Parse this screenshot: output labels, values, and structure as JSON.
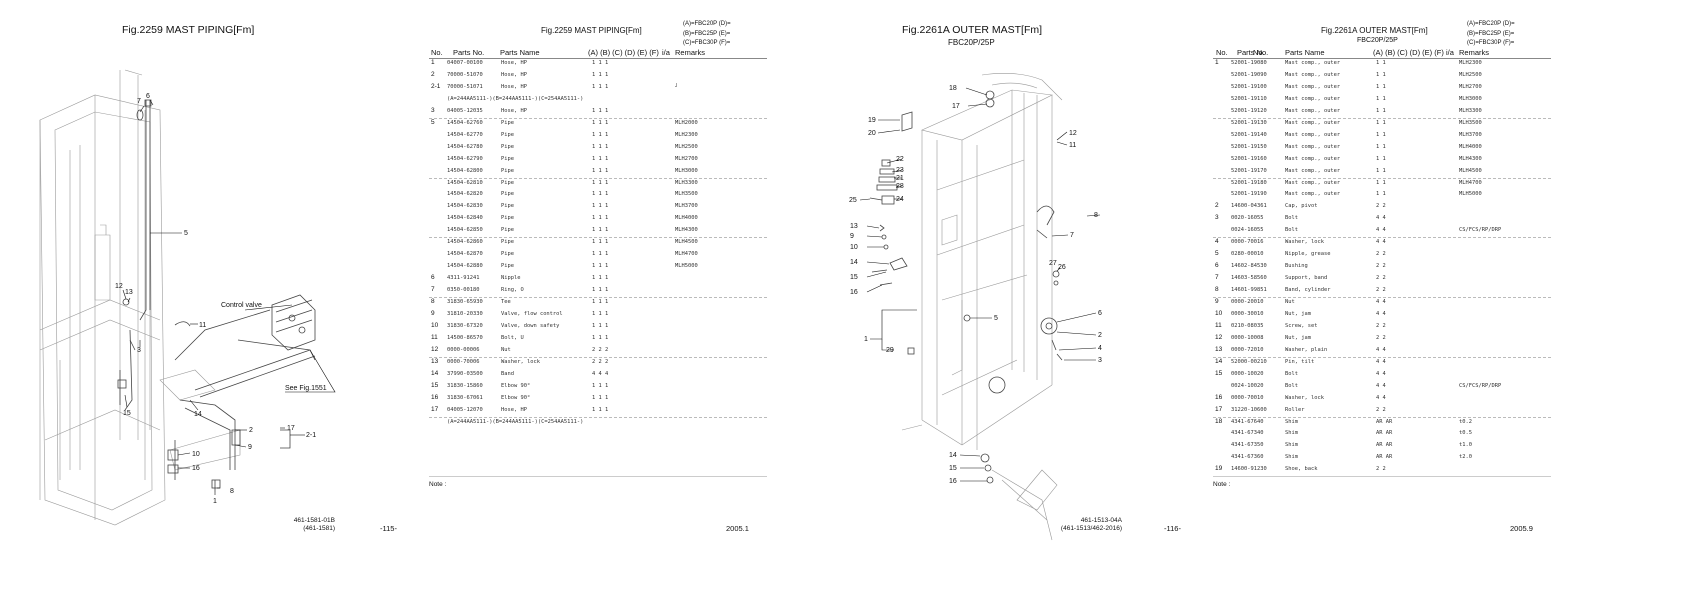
{
  "page1": {
    "title": "Fig.2259  MAST PIPING[Fm]",
    "labels": {
      "control_valve": "Control valve",
      "see_fig": "See Fig.1551"
    },
    "callouts": [
      "7",
      "6",
      "5",
      "12",
      "13",
      "11",
      "3",
      "15",
      "14",
      "2",
      "17",
      "2-1",
      "9",
      "10",
      "16",
      "8",
      "1"
    ],
    "footer_code": "461-1581-01B",
    "footer_code2": "(461-1581)",
    "page_number": "-115-"
  },
  "page2": {
    "title": "Fig.2259  MAST PIPING[Fm]",
    "legend": [
      "(A)=FBC20P  (D)=",
      "(B)=FBC25P  (E)=",
      "(C)=FBC30P  (F)="
    ],
    "headers": {
      "no": "No.",
      "parts_no": "Parts No.",
      "parts_name": "Parts Name",
      "cols": "(A) (B) (C) (D) (E) (F)",
      "ia": "i/a",
      "remarks": "Remarks"
    },
    "rows": [
      {
        "no": "1",
        "pn": "04007-00100",
        "name": "Hose, HP",
        "q": "1  1  1",
        "r": ""
      },
      {
        "no": "2",
        "pn": "70000-51070",
        "name": "Hose, HP",
        "q": "1  1  1",
        "r": ""
      },
      {
        "no": "2-1",
        "pn": "70000-51071",
        "name": "Hose, HP",
        "q": "1  1  1",
        "r": "┘"
      },
      {
        "no": "",
        "pn": "(A=244AA5111-)(B=244AA5111-)(C=254AA5111-)",
        "name": "",
        "q": "",
        "r": ""
      },
      {
        "no": "3",
        "pn": "04005-12035",
        "name": "Hose, HP",
        "q": "1  1  1",
        "r": ""
      },
      {
        "no": "5",
        "pn": "14504-62760",
        "name": "Pipe",
        "q": "1  1  1",
        "r": "MLH2000"
      },
      {
        "no": "",
        "pn": "14504-62770",
        "name": "Pipe",
        "q": "1  1  1",
        "r": "MLH2300"
      },
      {
        "no": "",
        "pn": "14504-62780",
        "name": "Pipe",
        "q": "1  1  1",
        "r": "MLH2500"
      },
      {
        "no": "",
        "pn": "14504-62790",
        "name": "Pipe",
        "q": "1  1  1",
        "r": "MLH2700"
      },
      {
        "no": "",
        "pn": "14504-62800",
        "name": "Pipe",
        "q": "1  1  1",
        "r": "MLH3000"
      },
      {
        "no": "",
        "pn": "14504-62810",
        "name": "Pipe",
        "q": "1  1  1",
        "r": "MLH3300"
      },
      {
        "no": "",
        "pn": "14504-62820",
        "name": "Pipe",
        "q": "1  1  1",
        "r": "MLH3500"
      },
      {
        "no": "",
        "pn": "14504-62830",
        "name": "Pipe",
        "q": "1  1  1",
        "r": "MLH3700"
      },
      {
        "no": "",
        "pn": "14504-62840",
        "name": "Pipe",
        "q": "1  1  1",
        "r": "MLH4000"
      },
      {
        "no": "",
        "pn": "14504-62850",
        "name": "Pipe",
        "q": "1  1  1",
        "r": "MLH4300"
      },
      {
        "no": "",
        "pn": "14504-62860",
        "name": "Pipe",
        "q": "1  1  1",
        "r": "MLH4500"
      },
      {
        "no": "",
        "pn": "14504-62870",
        "name": "Pipe",
        "q": "1  1  1",
        "r": "MLH4700"
      },
      {
        "no": "",
        "pn": "14504-62880",
        "name": "Pipe",
        "q": "1  1  1",
        "r": "MLH5000"
      },
      {
        "no": "6",
        "pn": "4311-91241",
        "name": "Nipple",
        "q": "1  1  1",
        "r": ""
      },
      {
        "no": "7",
        "pn": "0350-00180",
        "name": "Ring, O",
        "q": "1  1  1",
        "r": ""
      },
      {
        "no": "8",
        "pn": "31830-65930",
        "name": "Tee",
        "q": "1  1  1",
        "r": ""
      },
      {
        "no": "9",
        "pn": "31810-20330",
        "name": "Valve, flow control",
        "q": "1  1  1",
        "r": ""
      },
      {
        "no": "10",
        "pn": "31830-67320",
        "name": "Valve, down safety",
        "q": "1  1  1",
        "r": ""
      },
      {
        "no": "11",
        "pn": "14500-86570",
        "name": "Bolt, U",
        "q": "1  1  1",
        "r": ""
      },
      {
        "no": "12",
        "pn": "0000-00006",
        "name": "Nut",
        "q": "2  2  2",
        "r": ""
      },
      {
        "no": "13",
        "pn": "0000-70006",
        "name": "Washer, lock",
        "q": "2  2  2",
        "r": ""
      },
      {
        "no": "14",
        "pn": "37990-03500",
        "name": "Band",
        "q": "4  4  4",
        "r": ""
      },
      {
        "no": "15",
        "pn": "31830-15860",
        "name": "Elbow 90°",
        "q": "1  1  1",
        "r": ""
      },
      {
        "no": "16",
        "pn": "31830-67061",
        "name": "Elbow 90°",
        "q": "1  1  1",
        "r": ""
      },
      {
        "no": "17",
        "pn": "04005-12070",
        "name": "Hose, HP",
        "q": "1  1  1",
        "r": ""
      },
      {
        "no": "",
        "pn": "(A=244AA5111-)(B=244AA5111-)(C=254AA5111-)",
        "name": "",
        "q": "",
        "r": ""
      }
    ],
    "note": "Note :",
    "date": "2005.1"
  },
  "page3": {
    "title": "Fig.2261A  OUTER MAST[Fm]",
    "subtitle": "FBC20P/25P",
    "callouts": [
      "18",
      "17",
      "19",
      "20",
      "12",
      "11",
      "22",
      "23",
      "21",
      "28",
      "24",
      "25",
      "8",
      "13",
      "9",
      "10",
      "7",
      "14",
      "15",
      "16",
      "27",
      "26",
      "5",
      "6",
      "2",
      "4",
      "3",
      "1",
      "29",
      "14",
      "15",
      "16"
    ],
    "footer_code": "461-1513-04A",
    "footer_code2": "(461-1513/462-2016)",
    "page_number": "-116-"
  },
  "page4": {
    "title": "Fig.2261A  OUTER MAST[Fm]",
    "subtitle": "FBC20P/25P",
    "legend": [
      "(A)=FBC20P  (D)=",
      "(B)=FBC25P  (E)=",
      "(C)=FBC30P  (F)="
    ],
    "headers": {
      "no": "No.",
      "parts_no": "Parts No.",
      "parts_name": "Parts Name",
      "cols": "(A) (B) (C) (D) (E) (F)",
      "ia": "i/a",
      "remarks": "Remarks"
    },
    "rows": [
      {
        "no": "1",
        "pn": "52001-19080",
        "name": "Mast comp., outer",
        "q": "1  1",
        "r": "MLH2300"
      },
      {
        "no": "",
        "pn": "52001-19090",
        "name": "Mast comp., outer",
        "q": "1  1",
        "r": "MLH2500"
      },
      {
        "no": "",
        "pn": "52001-19100",
        "name": "Mast comp., outer",
        "q": "1  1",
        "r": "MLH2700"
      },
      {
        "no": "",
        "pn": "52001-19110",
        "name": "Mast comp., outer",
        "q": "1  1",
        "r": "MLH3000"
      },
      {
        "no": "",
        "pn": "52001-19120",
        "name": "Mast comp., outer",
        "q": "1  1",
        "r": "MLH3300"
      },
      {
        "no": "",
        "pn": "52001-19130",
        "name": "Mast comp., outer",
        "q": "1  1",
        "r": "MLH3500"
      },
      {
        "no": "",
        "pn": "52001-19140",
        "name": "Mast comp., outer",
        "q": "1  1",
        "r": "MLH3700"
      },
      {
        "no": "",
        "pn": "52001-19150",
        "name": "Mast comp., outer",
        "q": "1  1",
        "r": "MLH4000"
      },
      {
        "no": "",
        "pn": "52001-19160",
        "name": "Mast comp., outer",
        "q": "1  1",
        "r": "MLH4300"
      },
      {
        "no": "",
        "pn": "52001-19170",
        "name": "Mast comp., outer",
        "q": "1  1",
        "r": "MLH4500"
      },
      {
        "no": "",
        "pn": "52001-19180",
        "name": "Mast comp., outer",
        "q": "1  1",
        "r": "MLH4700"
      },
      {
        "no": "",
        "pn": "52001-19190",
        "name": "Mast comp., outer",
        "q": "1  1",
        "r": "MLH5000"
      },
      {
        "no": "2",
        "pn": "14600-04361",
        "name": "Cap, pivot",
        "q": "2  2",
        "r": ""
      },
      {
        "no": "3",
        "pn": "0020-16055",
        "name": "Bolt",
        "q": "4  4",
        "r": ""
      },
      {
        "no": "",
        "pn": "0024-16055",
        "name": "Bolt",
        "q": "4  4",
        "r": "CS/FCS/RP/DRP"
      },
      {
        "no": "4",
        "pn": "0000-70016",
        "name": "Washer, lock",
        "q": "4  4",
        "r": ""
      },
      {
        "no": "5",
        "pn": "0280-00010",
        "name": "Nipple, grease",
        "q": "2  2",
        "r": ""
      },
      {
        "no": "6",
        "pn": "14602-84530",
        "name": "Bushing",
        "q": "2  2",
        "r": ""
      },
      {
        "no": "7",
        "pn": "14603-58560",
        "name": "Support, band",
        "q": "2  2",
        "r": ""
      },
      {
        "no": "8",
        "pn": "14601-99851",
        "name": "Band, cylinder",
        "q": "2  2",
        "r": ""
      },
      {
        "no": "9",
        "pn": "0000-20010",
        "name": "Nut",
        "q": "4  4",
        "r": ""
      },
      {
        "no": "10",
        "pn": "0000-30010",
        "name": "Nut, jam",
        "q": "4  4",
        "r": ""
      },
      {
        "no": "11",
        "pn": "0210-08035",
        "name": "Screw, set",
        "q": "2  2",
        "r": ""
      },
      {
        "no": "12",
        "pn": "0000-10008",
        "name": "Nut, jam",
        "q": "2  2",
        "r": ""
      },
      {
        "no": "13",
        "pn": "0000-72010",
        "name": "Washer, plain",
        "q": "4  4",
        "r": ""
      },
      {
        "no": "14",
        "pn": "52000-00210",
        "name": "Pin, tilt",
        "q": "4  4",
        "r": ""
      },
      {
        "no": "15",
        "pn": "0000-10020",
        "name": "Bolt",
        "q": "4  4",
        "r": ""
      },
      {
        "no": "",
        "pn": "0024-10020",
        "name": "Bolt",
        "q": "4  4",
        "r": "CS/FCS/RP/DRP"
      },
      {
        "no": "16",
        "pn": "0000-70010",
        "name": "Washer, lock",
        "q": "4  4",
        "r": ""
      },
      {
        "no": "17",
        "pn": "31220-10600",
        "name": "Roller",
        "q": "2  2",
        "r": ""
      },
      {
        "no": "18",
        "pn": "4341-67640",
        "name": "Shim",
        "q": "AR AR",
        "r": "t0.2"
      },
      {
        "no": "",
        "pn": "4341-67340",
        "name": "Shim",
        "q": "AR AR",
        "r": "t0.5"
      },
      {
        "no": "",
        "pn": "4341-67350",
        "name": "Shim",
        "q": "AR AR",
        "r": "t1.0"
      },
      {
        "no": "",
        "pn": "4341-67360",
        "name": "Shim",
        "q": "AR AR",
        "r": "t2.0"
      },
      {
        "no": "19",
        "pn": "14600-91230",
        "name": "Shoe, back",
        "q": "2  2",
        "r": ""
      }
    ],
    "note": "Note :",
    "date": "2005.9"
  }
}
